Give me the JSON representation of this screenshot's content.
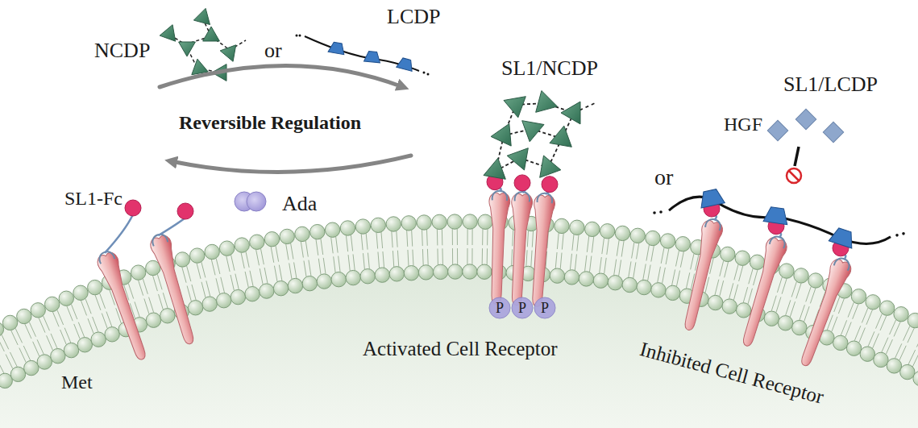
{
  "diagram": {
    "nodes": [
      {
        "text": [
          "P"
        ]
      },
      {
        "text": [
          "P"
        ]
      },
      {
        "text": [
          "P"
        ]
      }
    ],
    "labels": [
      "NCDP",
      "or",
      "LCDP",
      "Reversible Regulation",
      "SL1-Fc",
      "Ada",
      "SL1/NCDP",
      "SL1/LCDP",
      "HGF",
      "or",
      "Met",
      "Activated Cell Receptor",
      "Inhibited Cell Receptor"
    ]
  }
}
